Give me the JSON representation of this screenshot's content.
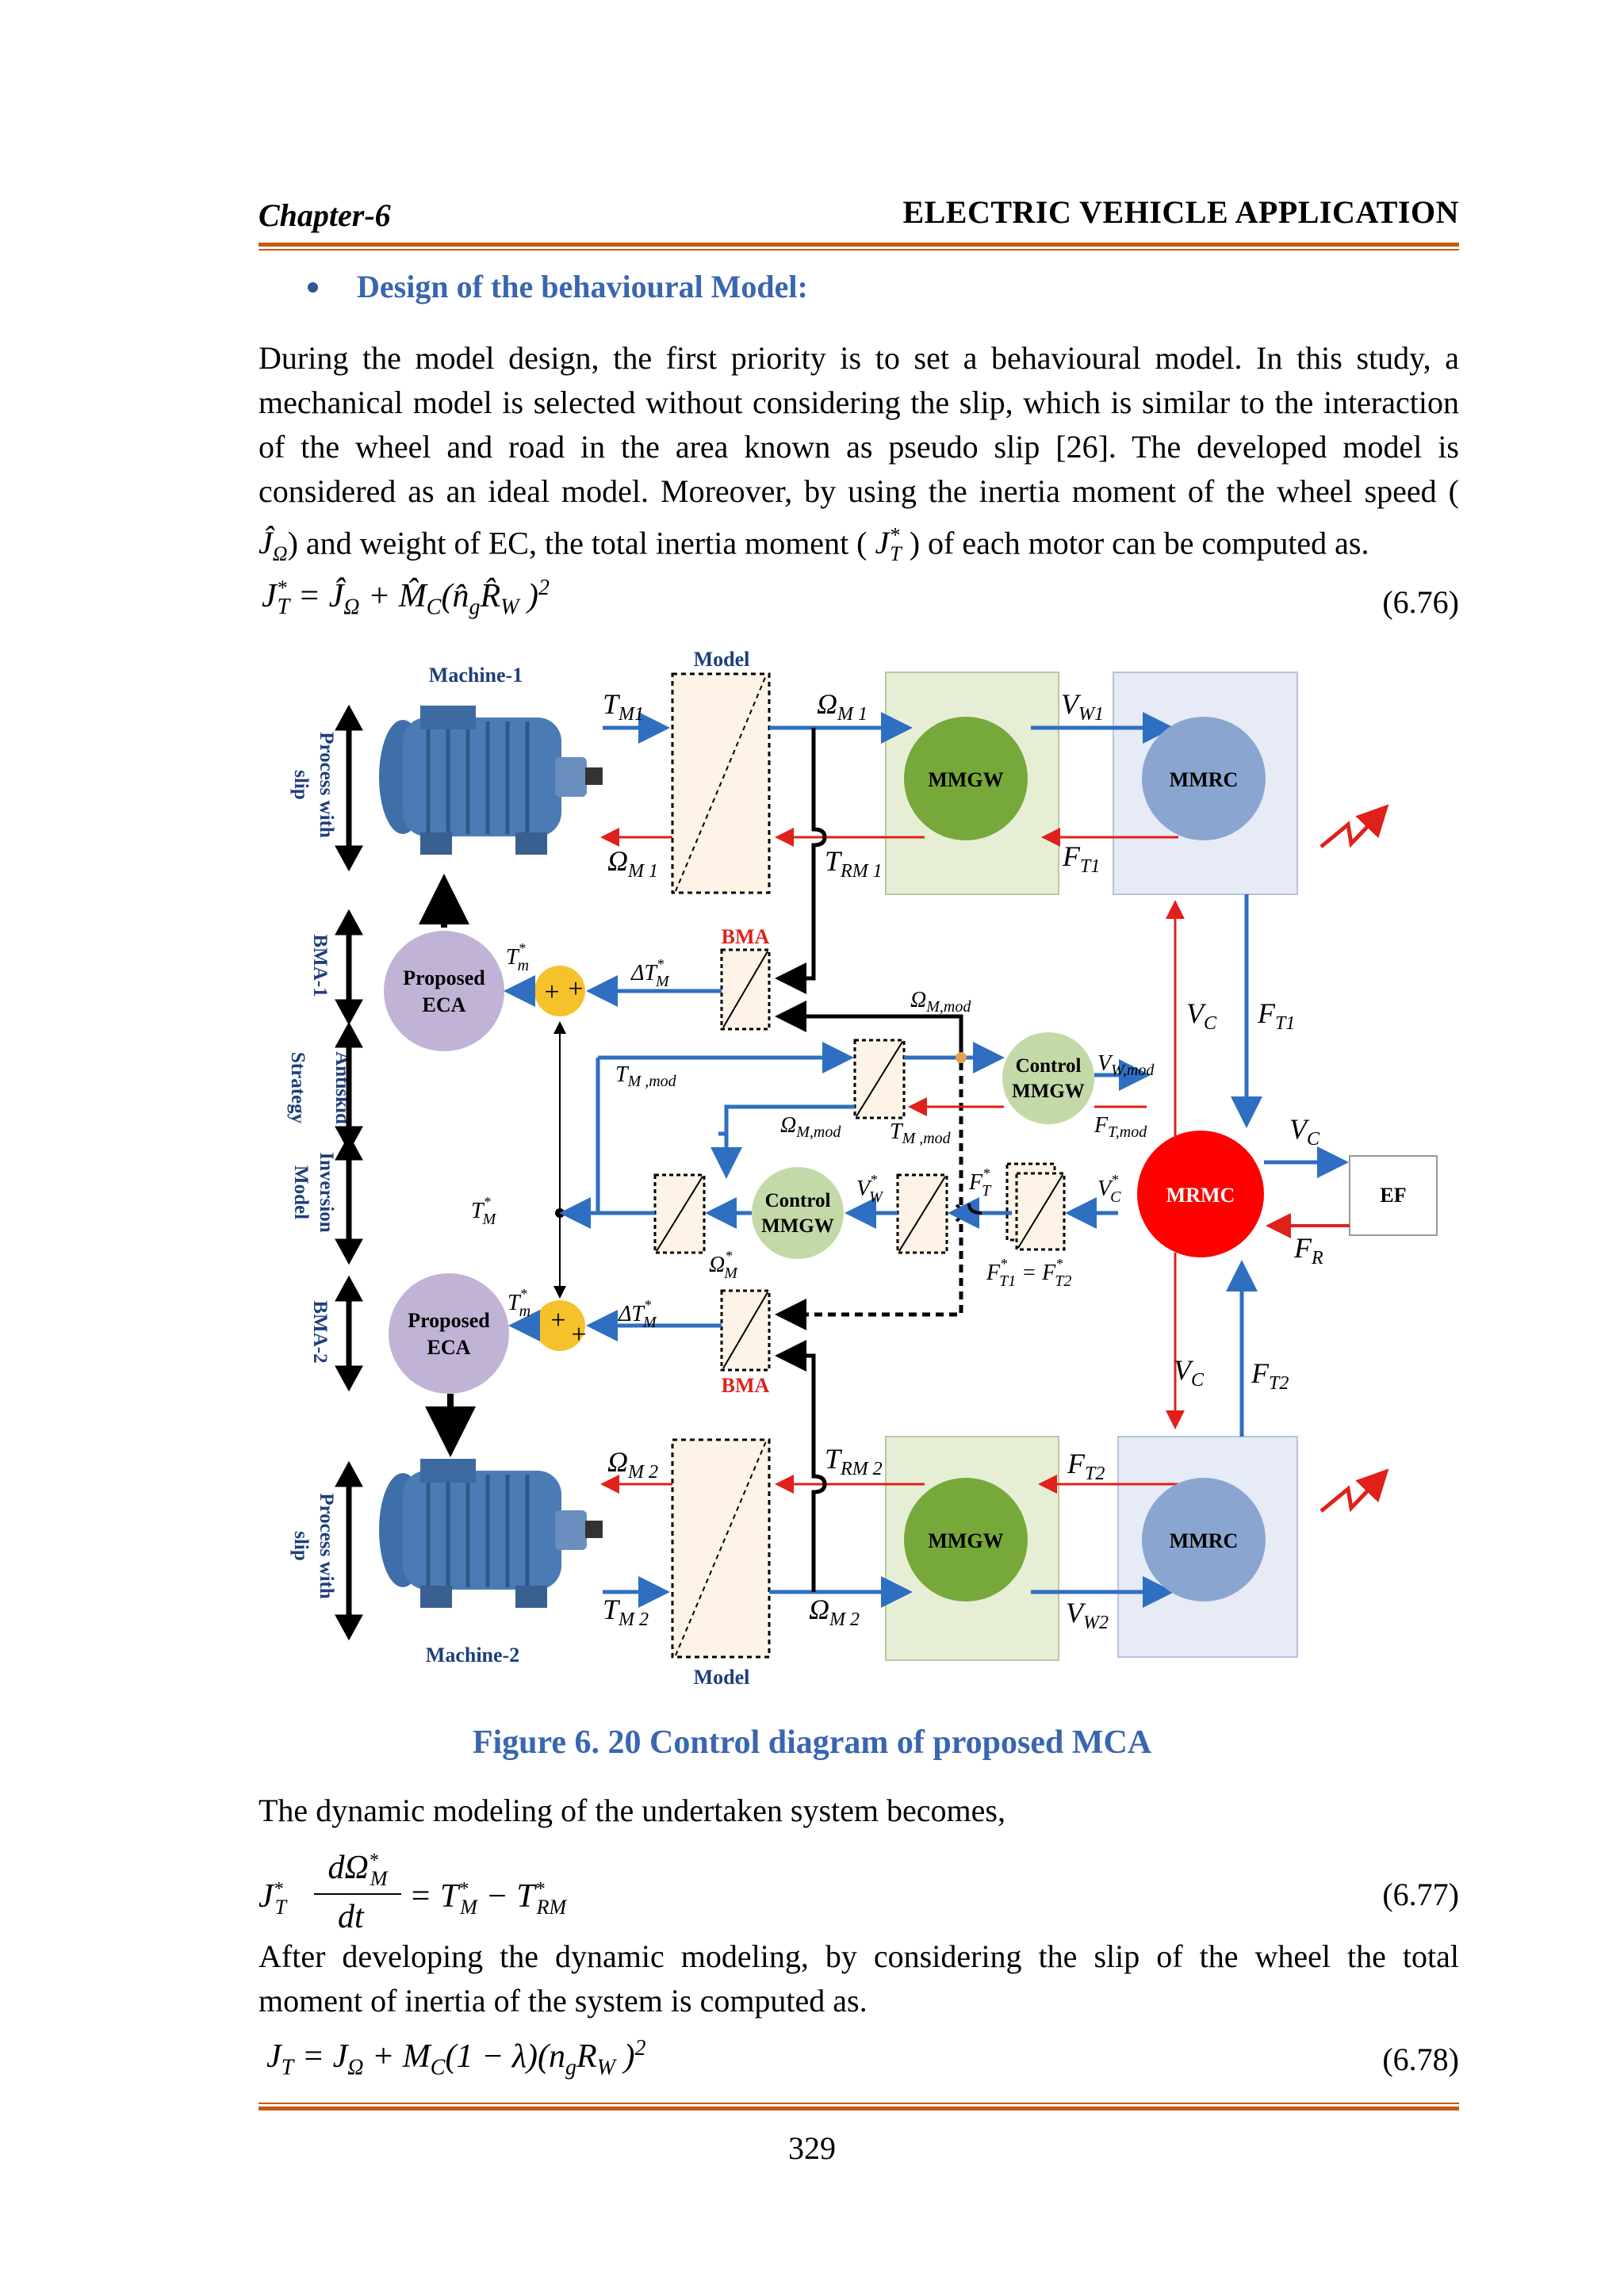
{
  "header": {
    "chapter": "Chapter-6",
    "running_title": "ELECTRIC VEHICLE APPLICATION"
  },
  "section": {
    "title": "Design of the behavioural Model:"
  },
  "paragraph1": [
    "During the model design, the first priority is to set a behavioural model. In this study, a",
    "mechanical model is selected without considering the slip, which is similar to the interaction",
    "of the wheel and road in the area known as pseudo slip [26]. The developed model is",
    "considered as an ideal model. Moreover, by using the inertia moment of the wheel speed ("
  ],
  "paragraph1_last": {
    "part1": ") and weight of EC, the total inertia moment (",
    "part2": ") of each motor can be computed as."
  },
  "equations": {
    "eq76": {
      "number": "(6.76)"
    },
    "eq77": {
      "number": "(6.77)"
    },
    "eq78": {
      "number": "(6.78)"
    }
  },
  "figure": {
    "caption": "Figure 6. 20 Control diagram of proposed MCA",
    "machine1": "Machine-1",
    "machine2": "Machine-2",
    "model": "Model",
    "bma": "BMA",
    "mmgw": "MMGW",
    "mmrc": "MMRC",
    "mrmc": "MRMC",
    "ef": "EF",
    "control_mmgw_line1": "Control",
    "control_mmgw_line2": "MMGW",
    "proposed_eca_line1": "Proposed",
    "proposed_eca_line2": "ECA",
    "left_labels": {
      "process_with": "Process with",
      "slip": "slip",
      "bma1": "BMA-1",
      "antiskid": "Antiskid",
      "strategy": "Strategy",
      "inversion": "Inversion",
      "model": "Model",
      "bma2": "BMA-2"
    },
    "colors": {
      "blue_arrow": "#2f6fc1",
      "red_arrow": "#e0201a",
      "mmgw_green": "#76a83a",
      "mmrc_blue": "#8aa6d0",
      "mrmc_red": "#ff0000",
      "eca_purple": "#c1b3d6",
      "adder_yellow": "#f6c22b",
      "label_blue": "#1f3e7a"
    }
  },
  "paragraph2": "The dynamic modeling of the undertaken system becomes,",
  "paragraph3": [
    "After developing the dynamic modeling, by considering the slip of the wheel the total",
    "moment of inertia of the system is computed as."
  ],
  "page_number": "329"
}
